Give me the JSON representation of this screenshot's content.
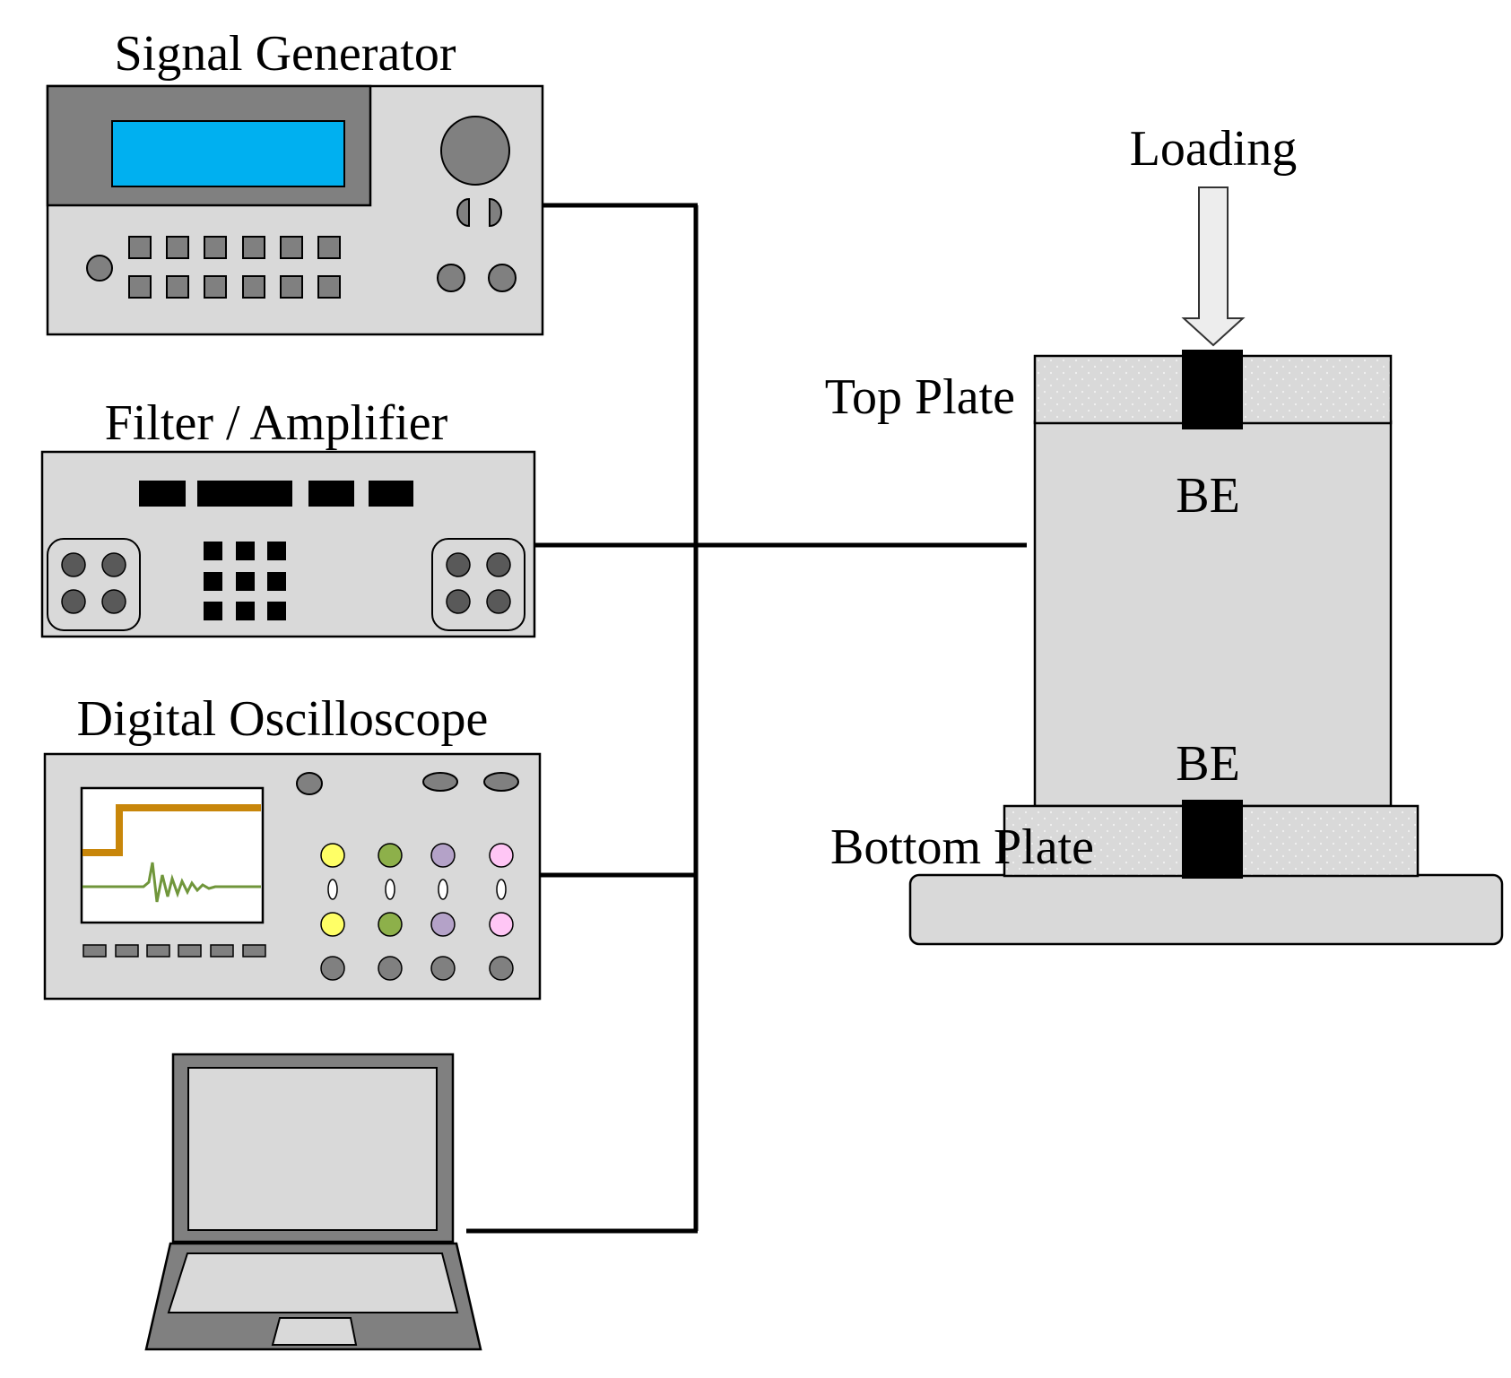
{
  "labels": {
    "signal_generator": "Signal Generator",
    "filter_amplifier": "Filter / Amplifier",
    "digital_oscilloscope": "Digital Oscilloscope",
    "loading": "Loading",
    "top_plate": "Top Plate",
    "bender_element_top": "BE",
    "bender_element_bottom": "BE",
    "bottom_plate": "Bottom Plate"
  },
  "colors": {
    "device_body": "#d9d9d9",
    "device_panel_dark": "#808080",
    "screen_blue": "#00b0f0",
    "knob_gray": "#808080",
    "wire": "#000000",
    "trace_input": "#c8860a",
    "trace_response": "#70963b",
    "led_yellow": "#ffff66",
    "led_green": "#8db04a",
    "led_purple": "#b4a2c8",
    "led_pink": "#ffc6f5",
    "bender_element": "#000000",
    "laptop_body": "#808080",
    "laptop_screen": "#d9d9d9"
  },
  "icons": {
    "signal_generator": "signal-generator-icon",
    "filter_amplifier": "filter-amplifier-icon",
    "digital_oscilloscope": "oscilloscope-icon",
    "computer": "laptop-icon",
    "loading_arrow": "down-arrow-icon"
  }
}
